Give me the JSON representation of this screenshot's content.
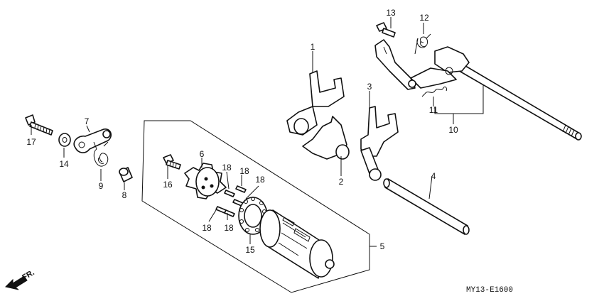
{
  "diagram": {
    "labels": {
      "p1": "1",
      "p2": "2",
      "p3": "3",
      "p4": "4",
      "p5": "5",
      "p6": "6",
      "p7": "7",
      "p8": "8",
      "p9": "9",
      "p10": "10",
      "p11": "11",
      "p12": "12",
      "p13": "13",
      "p14": "14",
      "p15": "15",
      "p16": "16",
      "p17": "17",
      "p18a": "18",
      "p18b": "18",
      "p18c": "18",
      "p18d": "18",
      "p18e": "18"
    },
    "direction_label": "FR.",
    "code": "MY13-E1600"
  }
}
